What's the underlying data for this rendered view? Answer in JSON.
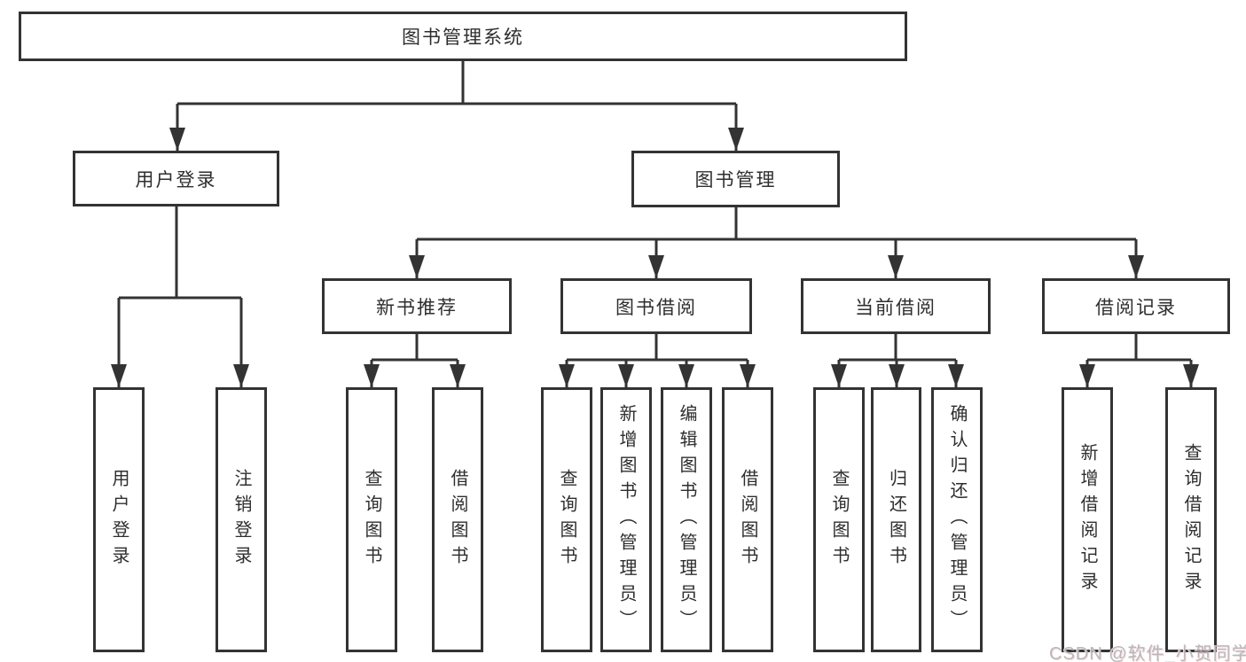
{
  "diagram_title": "图书管理系统",
  "nodes": {
    "root": {
      "label": "图书管理系统"
    },
    "user_login": {
      "label": "用户登录"
    },
    "book_mgmt": {
      "label": "图书管理"
    },
    "new_book_rec": {
      "label": "新书推荐"
    },
    "book_borrow": {
      "label": "图书借阅"
    },
    "current_borrow": {
      "label": "当前借阅"
    },
    "borrow_records": {
      "label": "借阅记录"
    },
    "leaf_user_login": {
      "label": "用户登录"
    },
    "leaf_logout": {
      "label": "注销登录"
    },
    "leaf_query_book_rec": {
      "label": "查询图书"
    },
    "leaf_borrow_book_rec": {
      "label": "借阅图书"
    },
    "leaf_query_book_borrow": {
      "label": "查询图书"
    },
    "leaf_add_book": {
      "label": "新增图书（管理员）"
    },
    "leaf_edit_book": {
      "label": "编辑图书（管理员）"
    },
    "leaf_borrow_book": {
      "label": "借阅图书"
    },
    "leaf_query_book_current": {
      "label": "查询图书"
    },
    "leaf_return_book": {
      "label": "归还图书"
    },
    "leaf_confirm_return": {
      "label": "确认归还（管理员）"
    },
    "leaf_add_borrow_record": {
      "label": "新增借阅记录"
    },
    "leaf_query_borrow_record": {
      "label": "查询借阅记录"
    }
  },
  "watermark": {
    "text": "CSDN @软件_小贺同学"
  },
  "colors": {
    "line": "#333333",
    "box_border": "#333333",
    "box_bg": "#ffffff",
    "text": "#2e2e2e",
    "watermark": "#b6b9be"
  }
}
